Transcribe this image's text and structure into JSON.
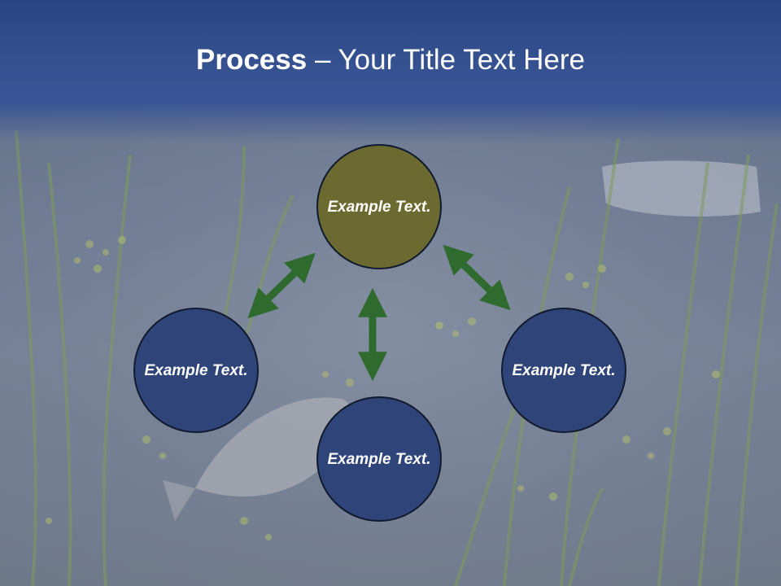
{
  "title": {
    "bold_part": "Process",
    "rest": " – Your Title Text Here"
  },
  "diagram": {
    "center_node": {
      "label": "Example Text."
    },
    "left_node": {
      "label": "Example Text."
    },
    "right_node": {
      "label": "Example Text."
    },
    "bottom_node": {
      "label": "Example Text."
    }
  },
  "colors": {
    "title_band": "#34508f",
    "node_blue": "#2f4479",
    "node_olive": "#6b6a31",
    "arrow_green": "#2f6a2e"
  }
}
